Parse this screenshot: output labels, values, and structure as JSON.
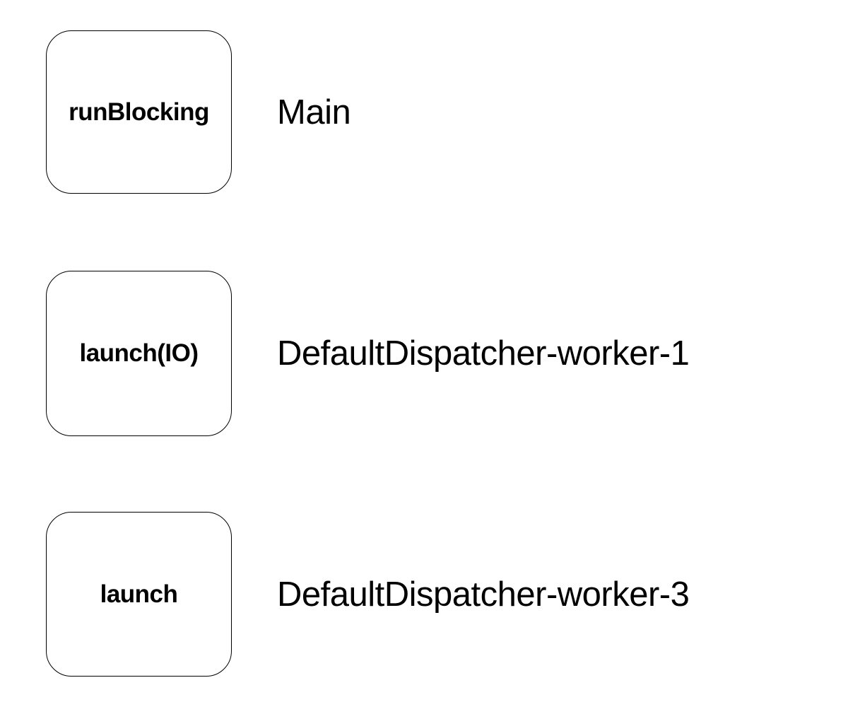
{
  "diagram": {
    "background_color": "#ffffff",
    "box_border_color": "#000000",
    "text_color": "#000000",
    "rows": [
      {
        "box_label": "runBlocking",
        "thread_label": "Main"
      },
      {
        "box_label": "launch(IO)",
        "thread_label": "DefaultDispatcher-worker-1"
      },
      {
        "box_label": "launch",
        "thread_label": "DefaultDispatcher-worker-3"
      }
    ]
  }
}
